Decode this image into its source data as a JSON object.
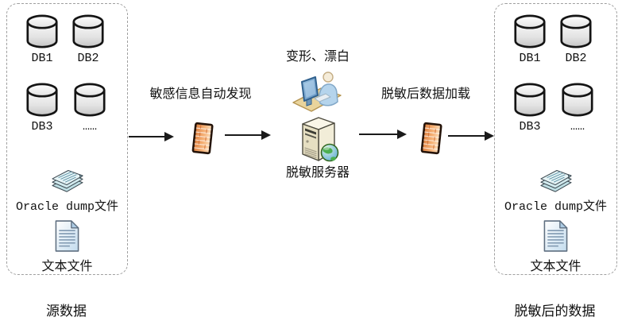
{
  "source_box": {
    "db1": "DB1",
    "db2": "DB2",
    "db3": "DB3",
    "dots": "……",
    "oracle_label": "Oracle dump文件",
    "text_label": "文本文件",
    "caption": "源数据"
  },
  "target_box": {
    "db1": "DB1",
    "db2": "DB2",
    "db3": "DB3",
    "dots": "……",
    "oracle_label": "Oracle dump文件",
    "text_label": "文本文件",
    "caption": "脱敏后的数据"
  },
  "flow": {
    "discover_label": "敏感信息自动发现",
    "transform_label": "变形、漂白",
    "server_label": "脱敏服务器",
    "load_label": "脱敏后数据加载"
  },
  "colors": {
    "firewall_orange": "#f2a768",
    "paper_cyan": "#dff0f2",
    "file_blue": "#c3dcee",
    "server_beige": "#e6dfc2",
    "globe_green": "#4caf50",
    "globe_blue": "#53a7d6",
    "desk_tan": "#e9d49c",
    "monitor_blue": "#6f97b8",
    "arrow_black": "#1a1a1a",
    "box_border_gray": "#9f9f9f"
  }
}
